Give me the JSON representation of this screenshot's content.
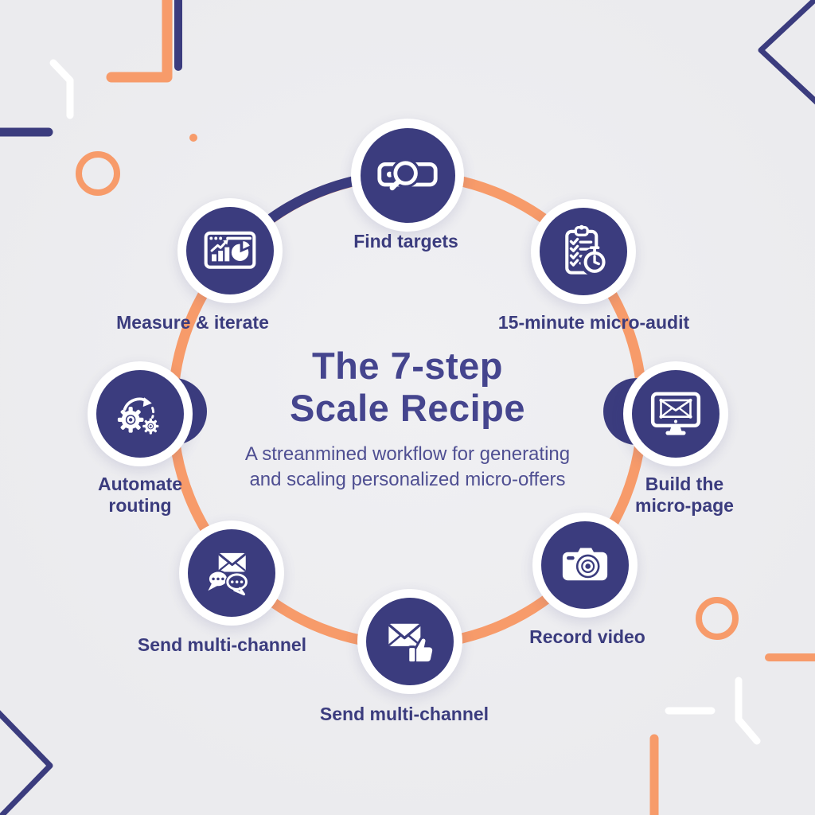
{
  "title": {
    "line1": "The 7-step",
    "line2": "Scale Recipe"
  },
  "subtitle": {
    "line1": "A streanmined workflow for generating",
    "line2": "and scaling personalized micro-offers"
  },
  "steps": [
    {
      "label": "Find targets",
      "icon": "search-bar-magnifier-icon"
    },
    {
      "label": "15-minute micro-audit",
      "icon": "clipboard-stopwatch-icon"
    },
    {
      "label": "Build the\nmicro-page",
      "icon": "monitor-page-icon"
    },
    {
      "label": "Record video",
      "icon": "camera-icon"
    },
    {
      "label": "Send multi-channel",
      "icon": "envelope-thumbs-up-icon"
    },
    {
      "label": "Send multi-channel",
      "icon": "envelope-chat-bubbles-icon"
    },
    {
      "label": "Automate\nrouting",
      "icon": "gears-automation-icon"
    },
    {
      "label": "Measure & iterate",
      "icon": "dashboard-charts-icon"
    }
  ],
  "colors": {
    "navy": "#3b3c7e",
    "orange": "#f79b6a",
    "bg": "#ededef",
    "title": "#45458e",
    "label": "#3b3c7e"
  }
}
